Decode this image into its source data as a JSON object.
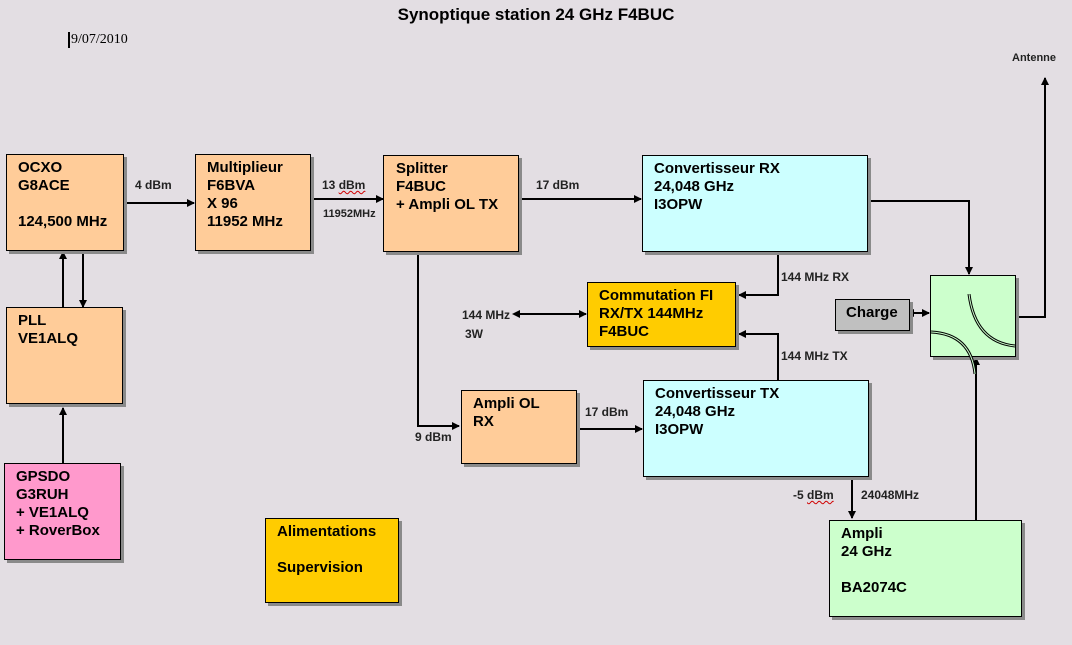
{
  "title": "Synoptique station 24 GHz  F4BUC",
  "date": "9/07/2010",
  "blocks": {
    "ocxo": {
      "lines": "OCXO\nG8ACE\n\n124,500 MHz",
      "color": "#ffcc99"
    },
    "multiplier": {
      "lines": "Multiplieur\nF6BVA\nX 96\n11952 MHz",
      "color": "#ffcc99"
    },
    "splitter": {
      "lines": "Splitter\nF4BUC\n+ Ampli OL TX",
      "color": "#ffcc99"
    },
    "conv_rx": {
      "lines": "Convertisseur RX\n24,048 GHz\nI3OPW",
      "color": "#ccffff"
    },
    "pll": {
      "lines": "PLL\nVE1ALQ",
      "color": "#ffcc99"
    },
    "gpsdo": {
      "lines": "GPSDO\nG3RUH\n+ VE1ALQ\n+ RoverBox",
      "color": "#ff99cc"
    },
    "commutation": {
      "lines": "Commutation FI\nRX/TX  144MHz\nF4BUC",
      "color": "#ffcc00"
    },
    "charge": {
      "lines": "Charge",
      "color": "#c0c0c0"
    },
    "ampli_ol_rx": {
      "lines": "Ampli OL\nRX",
      "color": "#ffcc99"
    },
    "conv_tx": {
      "lines": "Convertisseur TX\n24,048 GHz\nI3OPW",
      "color": "#ccffff"
    },
    "alimentations": {
      "lines": "Alimentations\n\nSupervision",
      "color": "#ffcc00"
    },
    "ampli_24": {
      "lines": "Ampli\n24 GHz\n\nBA2074C",
      "color": "#ccffcc"
    },
    "relay": {
      "name": "coaxial-relay",
      "color": "#ccffcc"
    }
  },
  "labels": {
    "ocxo_out": "4 dBm",
    "mult_out_power": "13 dBm",
    "mult_out_freq": "11952MHz",
    "splitter_out": "17 dBm",
    "if_rx": "144 MHz  RX",
    "if_tx": "144 MHz  TX",
    "if_port_freq": "144 MHz",
    "if_port_power": "3W",
    "splitter_to_ampli": "9 dBm",
    "ampli_ol_out": "17 dBm",
    "conv_tx_out_power": "-5 dBm",
    "conv_tx_out_freq": "24048MHz",
    "antenna": "Antenne"
  }
}
